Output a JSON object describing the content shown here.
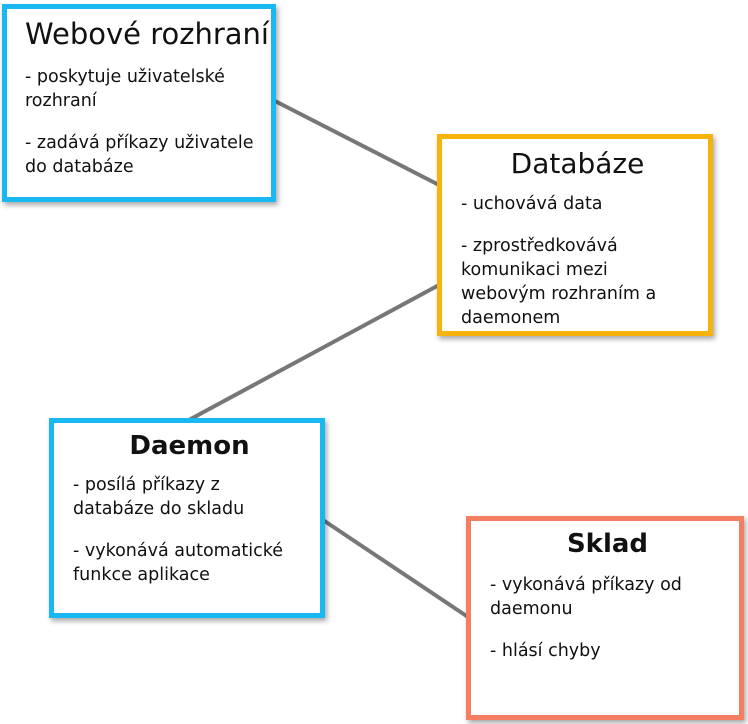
{
  "colors": {
    "web": "#1ab8f2",
    "database": "#f7b20c",
    "daemon": "#1ab8f2",
    "warehouse": "#f57e62",
    "connector": "#777777"
  },
  "nodes": {
    "web": {
      "title": "Webové rozhraní",
      "items": [
        "- poskytuje uživatelské rozhraní",
        "- zadává příkazy uživatele do databáze"
      ]
    },
    "database": {
      "title": "Databáze",
      "items": [
        "- uchovává data",
        "- zprostředkovává komunikaci mezi webovým rozhraním a daemonem"
      ]
    },
    "daemon": {
      "title": "Daemon",
      "items": [
        "- posílá příkazy z databáze do skladu",
        "- vykonává automatické funkce aplikace"
      ]
    },
    "warehouse": {
      "title": "Sklad",
      "items": [
        "- vykonává příkazy od daemonu",
        "- hlásí chyby"
      ]
    }
  }
}
